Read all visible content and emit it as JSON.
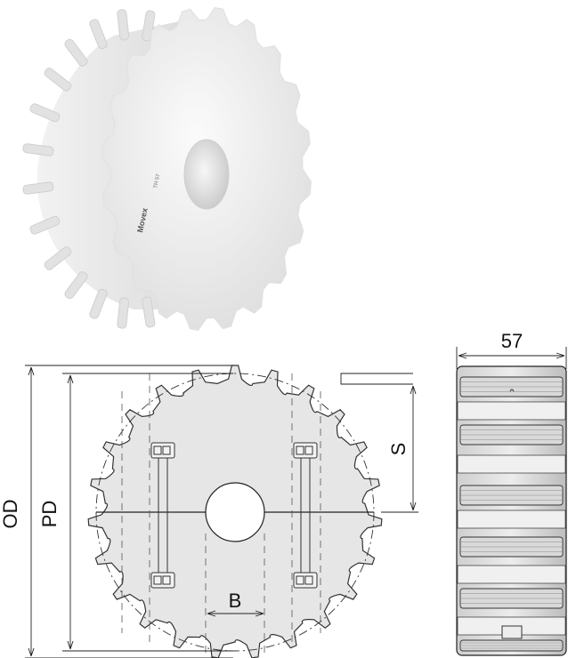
{
  "photo": {
    "brand_marking": "Movex",
    "hub_marking": "TH 57"
  },
  "drawing": {
    "labels": {
      "outer_diameter": "OD",
      "pitch_diameter": "PD",
      "bore": "B",
      "shaft_offset": "S",
      "width_value": "57"
    },
    "teeth_count": 23,
    "line_color": "#333333",
    "fill_color": "#e6e6e6"
  }
}
